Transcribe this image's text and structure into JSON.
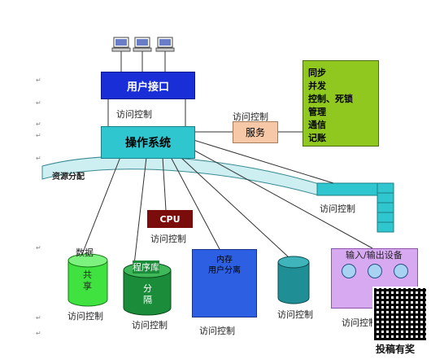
{
  "user_interface": {
    "label": "用户接口"
  },
  "operating_system": {
    "label": "操作系统"
  },
  "service": {
    "label": "服务"
  },
  "sync_panel": {
    "items": [
      "同步",
      "并发",
      "控制、死锁",
      "管理",
      "通信",
      "记账"
    ]
  },
  "resource_allocation": {
    "label": "资源分配"
  },
  "cpu": {
    "label": "CPU"
  },
  "memory": {
    "label": "内存\n用户分离"
  },
  "io_devices": {
    "label": "输入/输出设备"
  },
  "shared_data": {
    "label_top": "数据",
    "label_body": "共\n享"
  },
  "program_store": {
    "label": "程序库",
    "label_body": "分\n隔"
  },
  "access_control": {
    "user_interface": "访问控制",
    "service": "访问控制",
    "right_stack": "访问控制",
    "cpu": "访问控制",
    "shared_data": "访问控制",
    "program_store": "访问控制",
    "memory": "访问控制",
    "cylinder": "访问控制",
    "io_devices": "访问控制"
  },
  "watermark": {
    "caption": "投稿有奖"
  },
  "colors": {
    "user_interface": "#1a2ed8",
    "operating_system": "#2fc6cf",
    "service": "#f6c8a7",
    "sync_panel": "#90c820",
    "cpu": "#7a0c0c",
    "memory": "#2d5fe2",
    "io_devices": "#d6a9f0",
    "shared_data": "#3fe23f",
    "program_store": "#1a8c3a",
    "cylinder": "#1f8e95"
  }
}
